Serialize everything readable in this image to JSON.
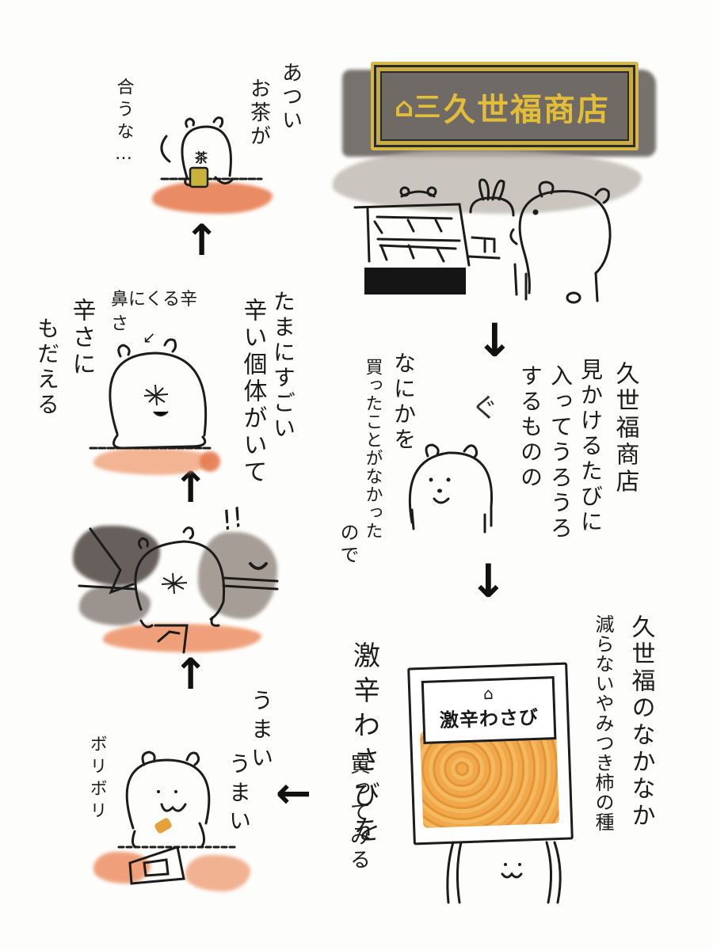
{
  "comic": {
    "background": "#fdfdfb",
    "ink": "#1c1c1c",
    "colors": {
      "sign_board": "#6f6a66",
      "sign_text": "#e3bd37",
      "sign_frame": "#d6b646",
      "gray_wash": "#a39e95",
      "orange_table": "#ec8a5c",
      "snack_orange": "#f0a340",
      "tea_cup": "#c8b23a"
    }
  },
  "panels": [
    {
      "id": "p1-shop",
      "sign_text": "久世福商店",
      "sign_logo": "⌂三",
      "description": "bears in front of a shop display case"
    },
    {
      "id": "p2-wander",
      "lines": [
        "久世福商店",
        "見かけるたびに",
        "入ってうろうろ",
        "するものの",
        "なにかを",
        "買ったことがなかった",
        "ので"
      ],
      "sfx": "ぐ"
    },
    {
      "id": "p3-buy",
      "lines": [
        "久世福のなかなか",
        "減らないやみつき柿の種",
        "激辛わさびを",
        "買ってみる"
      ],
      "package_logo": "⌂",
      "package_label": "激辛わさび"
    },
    {
      "id": "p4-eat",
      "lines": [
        "うまい",
        "うまい"
      ],
      "sfx": "ボリボリ"
    },
    {
      "id": "p5-shock",
      "sfx": "!!"
    },
    {
      "id": "p6-spicy",
      "lines": [
        "たまにすごい",
        "辛い個体がいて"
      ],
      "annotation": "鼻にくる辛さ",
      "side_lines": [
        "辛さに",
        "もだえる"
      ]
    },
    {
      "id": "p7-tea",
      "lines": [
        "あつい",
        "お茶が"
      ],
      "side_lines": [
        "合うな…"
      ],
      "cup_label": "茶"
    }
  ],
  "arrows": [
    {
      "id": "a1",
      "glyph": "↓"
    },
    {
      "id": "a2",
      "glyph": "↓"
    },
    {
      "id": "a3",
      "glyph": "←"
    },
    {
      "id": "a4",
      "glyph": "↑"
    },
    {
      "id": "a5",
      "glyph": "↑"
    },
    {
      "id": "a6",
      "glyph": "↑"
    }
  ]
}
